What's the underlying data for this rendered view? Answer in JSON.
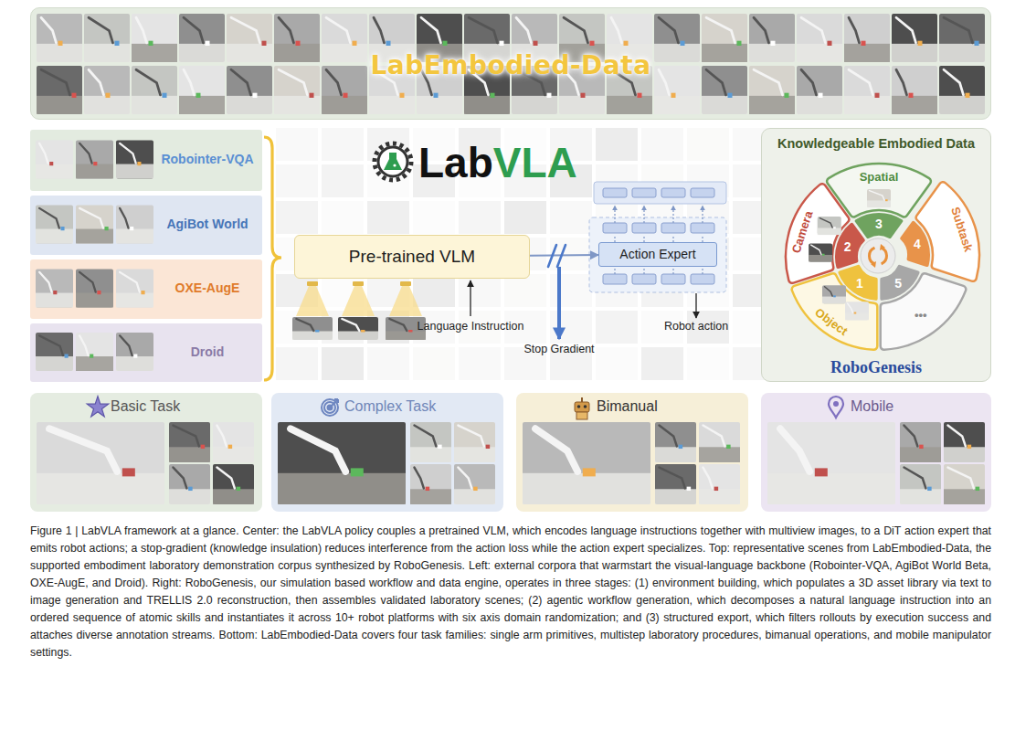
{
  "diagram": {
    "caption": "Figure 1 | LabVLA framework at a glance. Center: the LabVLA policy couples a pretrained VLM, which encodes language instructions together with multiview images, to a DiT action expert that emits robot actions; a stop-gradient (knowledge insulation) reduces interference from the action loss while the action expert specializes. Top: representative scenes from LabEmbodied-Data, the supported embodiment laboratory demonstration corpus synthesized by RoboGenesis. Left: external corpora that warmstart the visual-language backbone (Robointer-VQA, AgiBot World Beta, OXE-AugE, and Droid). Right: RoboGenesis, our simulation based workflow and data engine, operates in three stages: (1) environment building, which populates a 3D asset library via text to image generation and TRELLIS 2.0 reconstruction, then assembles validated laboratory scenes; (2) agentic workflow generation, which decomposes a natural language instruction into an ordered sequence of atomic skills and instantiates it across 10+ robot platforms with six axis domain randomization; and (3) structured export, which filters rollouts by execution success and attaches diverse annotation streams. Bottom: LabEmbodied-Data covers four task families: single arm primitives, multistep laboratory procedures, bimanual operations, and mobile manipulator settings.",
    "nodes": [
      {
        "text": [
          "LabEmbodied-Data"
        ]
      },
      {
        "text": [
          "Robointer-VQA"
        ]
      },
      {
        "text": [
          "AgiBot World"
        ]
      },
      {
        "text": [
          "OXE-AugE"
        ]
      },
      {
        "text": [
          "Droid"
        ]
      },
      {
        "text": [
          "Pre-trained VLM"
        ]
      },
      {
        "text": [
          "Action Expert"
        ]
      },
      {
        "text": [
          "Knowledgeable Embodied Data",
          "RoboGenesis"
        ]
      },
      {
        "text": [
          "3",
          "Spatial"
        ],
        "in": 7
      },
      {
        "text": [
          "4",
          "Subtask"
        ],
        "in": 7
      },
      {
        "text": [
          "5",
          "•••"
        ],
        "in": 7
      },
      {
        "text": [
          "1",
          "Object"
        ],
        "in": 7
      },
      {
        "text": [
          "2",
          "Camera"
        ],
        "in": 7
      },
      {
        "text": [
          "Basic Task"
        ]
      },
      {
        "text": [
          "Complex Task"
        ]
      },
      {
        "text": [
          "Bimanual"
        ]
      },
      {
        "text": [
          "Mobile"
        ]
      }
    ],
    "edges": [
      {
        "from": 5,
        "to": 6,
        "arrow": "to"
      }
    ],
    "labels": [
      "Lab",
      "VLA",
      "Language Instruction",
      "Stop Gradient",
      "Robot action"
    ]
  }
}
